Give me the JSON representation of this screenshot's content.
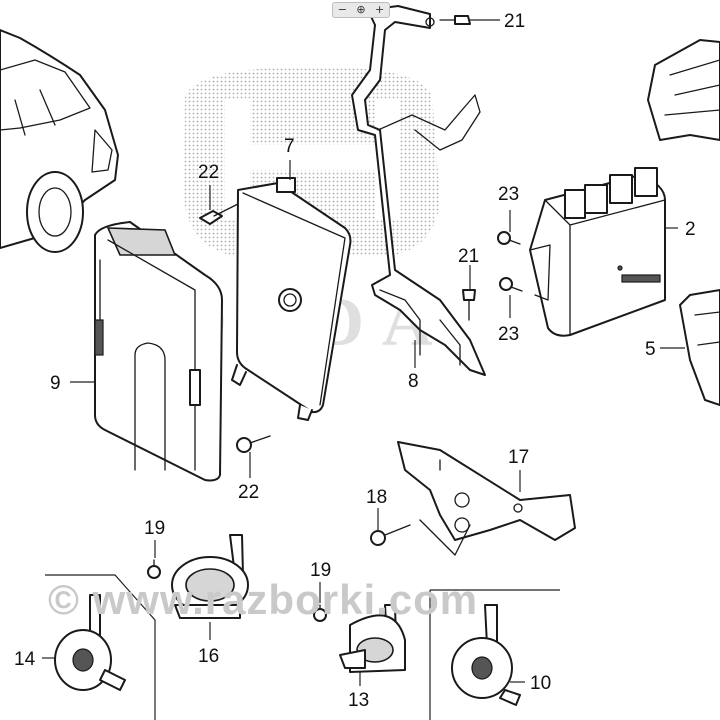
{
  "toolbar": {
    "zoom_out_glyph": "−",
    "zoom_in_glyph": "⊕",
    "zoom_reset_glyph": "+"
  },
  "watermark": {
    "text": "© www.razborki.com",
    "logo_lettering": "HONDA"
  },
  "callouts": [
    {
      "id": "c21a",
      "label": "21",
      "part": "bolt"
    },
    {
      "id": "c7",
      "label": "7",
      "part": "ecu-module"
    },
    {
      "id": "c22a",
      "label": "22",
      "part": "bolt"
    },
    {
      "id": "c23a",
      "label": "23",
      "part": "bolt"
    },
    {
      "id": "c2",
      "label": "2",
      "part": "control-unit"
    },
    {
      "id": "c21b",
      "label": "21",
      "part": "bolt"
    },
    {
      "id": "c23b",
      "label": "23",
      "part": "bolt"
    },
    {
      "id": "c5",
      "label": "5",
      "part": "cover"
    },
    {
      "id": "c9",
      "label": "9",
      "part": "ecu-cover"
    },
    {
      "id": "c8",
      "label": "8",
      "part": "ecu-bracket"
    },
    {
      "id": "c22b",
      "label": "22",
      "part": "bolt"
    },
    {
      "id": "c17",
      "label": "17",
      "part": "horn-bracket"
    },
    {
      "id": "c18",
      "label": "18",
      "part": "bolt"
    },
    {
      "id": "c19a",
      "label": "19",
      "part": "bolt"
    },
    {
      "id": "c19b",
      "label": "19",
      "part": "bolt"
    },
    {
      "id": "c14",
      "label": "14",
      "part": "horn"
    },
    {
      "id": "c16",
      "label": "16",
      "part": "horn"
    },
    {
      "id": "c13",
      "label": "13",
      "part": "horn"
    },
    {
      "id": "c10",
      "label": "10",
      "part": "horn"
    }
  ],
  "icons": {
    "zoom": "magnifier-icon"
  }
}
